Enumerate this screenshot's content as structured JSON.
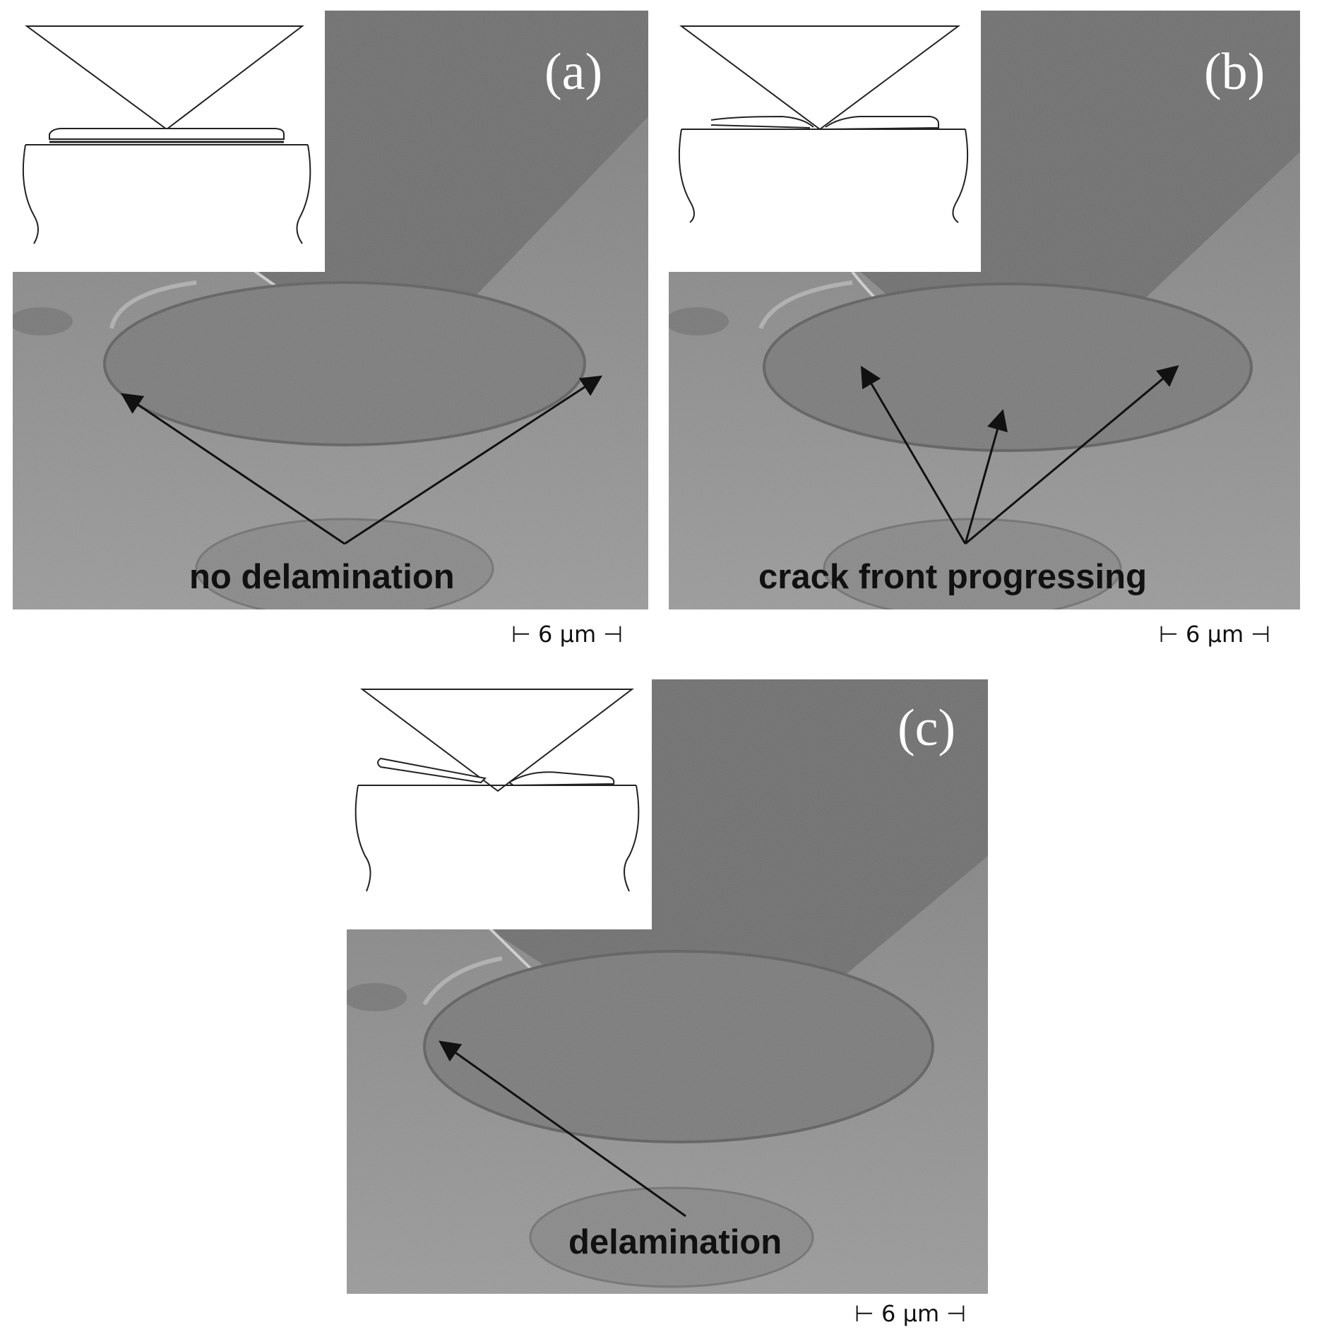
{
  "panels": [
    {
      "id": "a",
      "letter": "(a)",
      "annotation": "no delamination",
      "scale_label": "6 µm"
    },
    {
      "id": "b",
      "letter": "(b)",
      "annotation": "crack front progressing",
      "scale_label": "6 µm"
    },
    {
      "id": "c",
      "letter": "(c)",
      "annotation": "delamination",
      "scale_label": "6 µm"
    }
  ],
  "colors": {
    "sem_background": "#8a8a8a",
    "sem_dark": "#6d6d6d",
    "sem_light": "#a3a3a3",
    "annotation_text": "#111111",
    "panel_letter": "#ffffff"
  }
}
